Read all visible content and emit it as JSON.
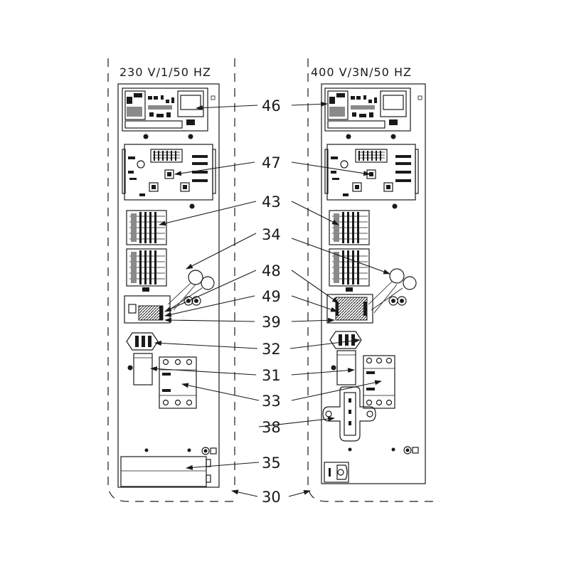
{
  "panels": {
    "left_title": "230 V/1/50 HZ",
    "right_title": "400 V/3N/50 HZ"
  },
  "callouts": [
    "46",
    "47",
    "43",
    "34",
    "48",
    "49",
    "39",
    "32",
    "31",
    "33",
    "38",
    "35",
    "30"
  ]
}
